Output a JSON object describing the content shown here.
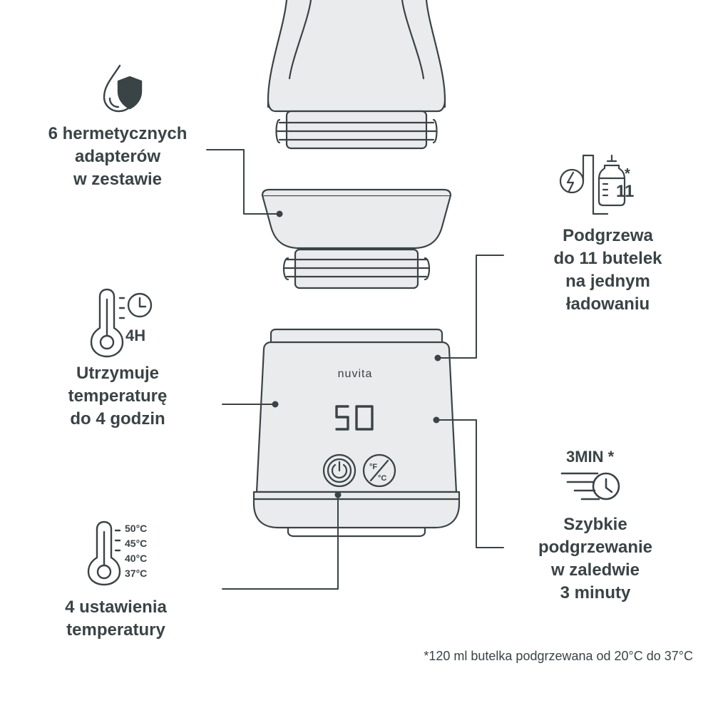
{
  "product": {
    "brand": "nuvita",
    "display_value": "50"
  },
  "features": {
    "adapters": {
      "lines": [
        "6 hermetycznych",
        "adapterów",
        "w zestawie"
      ]
    },
    "keep_warm": {
      "icon_text": "4H",
      "lines": [
        "Utrzymuje",
        "temperaturę",
        "do 4 godzin"
      ]
    },
    "settings": {
      "temps": [
        "50°C",
        "45°C",
        "40°C",
        "37°C"
      ],
      "lines": [
        "4 ustawienia",
        "temperatury"
      ]
    },
    "charge": {
      "icon_count": "11",
      "icon_asterisk": "*",
      "lines": [
        "Podgrzewa",
        "do 11 butelek",
        "na jednym",
        "ładowaniu"
      ]
    },
    "fast": {
      "icon_text": "3MIN *",
      "lines": [
        "Szybkie",
        "podgrzewanie",
        "w zaledwie",
        "3 minuty"
      ]
    }
  },
  "footnote": "*120 ml butelka podgrzewana od 20°C do 37°C",
  "colors": {
    "outline": "#3a4346",
    "device_fill": "#e9ebec",
    "text": "#3a4346"
  },
  "icons": [
    "drop-shield-icon",
    "thermometer-clock-icon",
    "thermometer-icon",
    "battery-bottle-icon",
    "speed-clock-icon",
    "power-icon",
    "unit-toggle-icon"
  ]
}
